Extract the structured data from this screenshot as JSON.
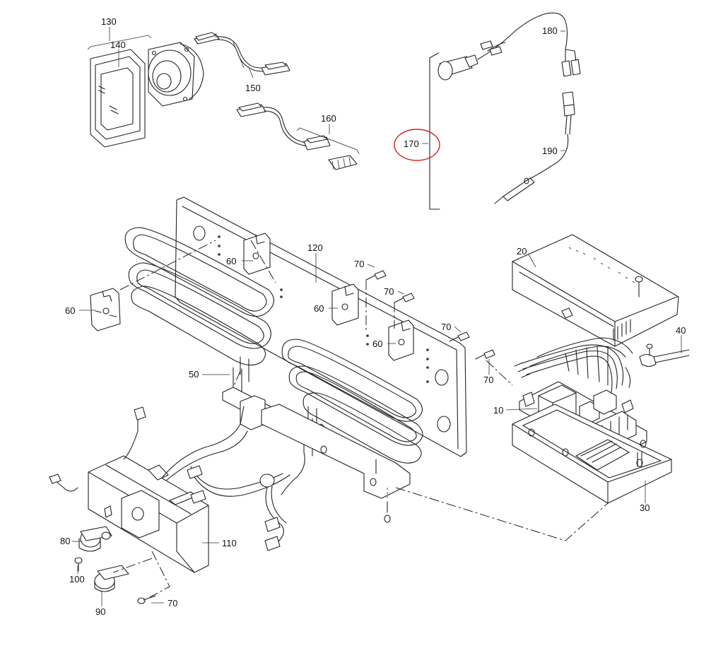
{
  "labels": {
    "p10": "10",
    "p20": "20",
    "p30": "30",
    "p40": "40",
    "p50": "50",
    "p60a": "60",
    "p60b": "60",
    "p60c": "60",
    "p60d": "60",
    "p70a": "70",
    "p70b": "70",
    "p70c": "70",
    "p70d": "70",
    "p70e": "70",
    "p80": "80",
    "p90": "90",
    "p100": "100",
    "p110": "110",
    "p120": "120",
    "p130": "130",
    "p140": "140",
    "p150": "150",
    "p160": "160",
    "p170": "170",
    "p180": "180",
    "p190": "190"
  },
  "highlight": {
    "part": "170",
    "color": "#d32020"
  },
  "colors": {
    "line": "#222222",
    "background": "#ffffff"
  }
}
